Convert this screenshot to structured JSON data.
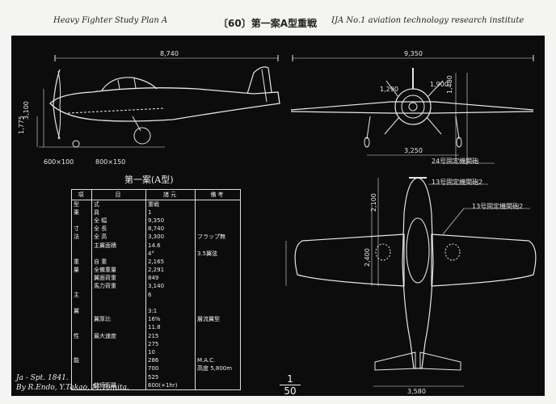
{
  "header": {
    "left_note": "Heavy Fighter Study Plan A",
    "title": "〔60〕第一案A型重戦",
    "right_note": "IJA No.1 aviation technology research institute"
  },
  "side_view": {
    "length": "8,740",
    "height": "3,100",
    "fuselage_height": "1,775",
    "wheel_label": "600×100",
    "tail_wheel_label": "800×150"
  },
  "front_view": {
    "span": "9,350",
    "fin_height": "1,480",
    "prop_left": "1,290",
    "prop_right": "1,900",
    "track": "3,250"
  },
  "plan_view": {
    "span": "3,580",
    "dim_2100": "2,100",
    "dim_2400": "2,400",
    "note_1": "24号固定機関砲",
    "note_2": "13号固定機関砲2",
    "note_3": "13号固定機関砲2"
  },
  "spec_table": {
    "title": "第一案(A型)",
    "headers": [
      "項",
      "目",
      "諸元",
      "備考"
    ],
    "rows": [
      [
        "型",
        "式",
        "重戦",
        ""
      ],
      [
        "乗",
        "員",
        "1",
        ""
      ],
      [
        "",
        "全 幅",
        "9,350",
        ""
      ],
      [
        "寸",
        "全 長",
        "8,740",
        ""
      ],
      [
        "法",
        "全 高",
        "3,300",
        "フラップ無"
      ],
      [
        "",
        "主翼面積",
        "14.6",
        ""
      ],
      [
        "",
        "",
        "4°",
        "3.5翼弦"
      ],
      [
        "重",
        "自 重",
        "2,165",
        ""
      ],
      [
        "量",
        "全備重量",
        "2,291",
        ""
      ],
      [
        "",
        "翼面荷重",
        "849",
        ""
      ],
      [
        "",
        "馬力荷重",
        "3,140",
        ""
      ],
      [
        "主",
        "",
        "6",
        ""
      ],
      [
        "",
        "",
        "",
        ""
      ],
      [
        "翼",
        "",
        "3:1",
        ""
      ],
      [
        "",
        "翼厚比",
        "16%",
        "層流翼型"
      ],
      [
        "",
        "",
        "11.8",
        ""
      ],
      [
        "性",
        "最大速度",
        "215",
        ""
      ],
      [
        "",
        "",
        "275",
        ""
      ],
      [
        "",
        "",
        "10",
        ""
      ],
      [
        "能",
        "",
        "286",
        "M.A.C."
      ],
      [
        "",
        "",
        "700",
        "高度 5,800m"
      ],
      [
        "",
        "",
        "525",
        ""
      ],
      [
        "",
        "航続距離",
        "600(+1hr)",
        ""
      ]
    ]
  },
  "signature": {
    "line1": "Ja - Spt. 1841.",
    "line2": "By R.Endo, Y.Takao, M.Tomita."
  },
  "scale": {
    "numerator": "1",
    "denominator": "50"
  }
}
